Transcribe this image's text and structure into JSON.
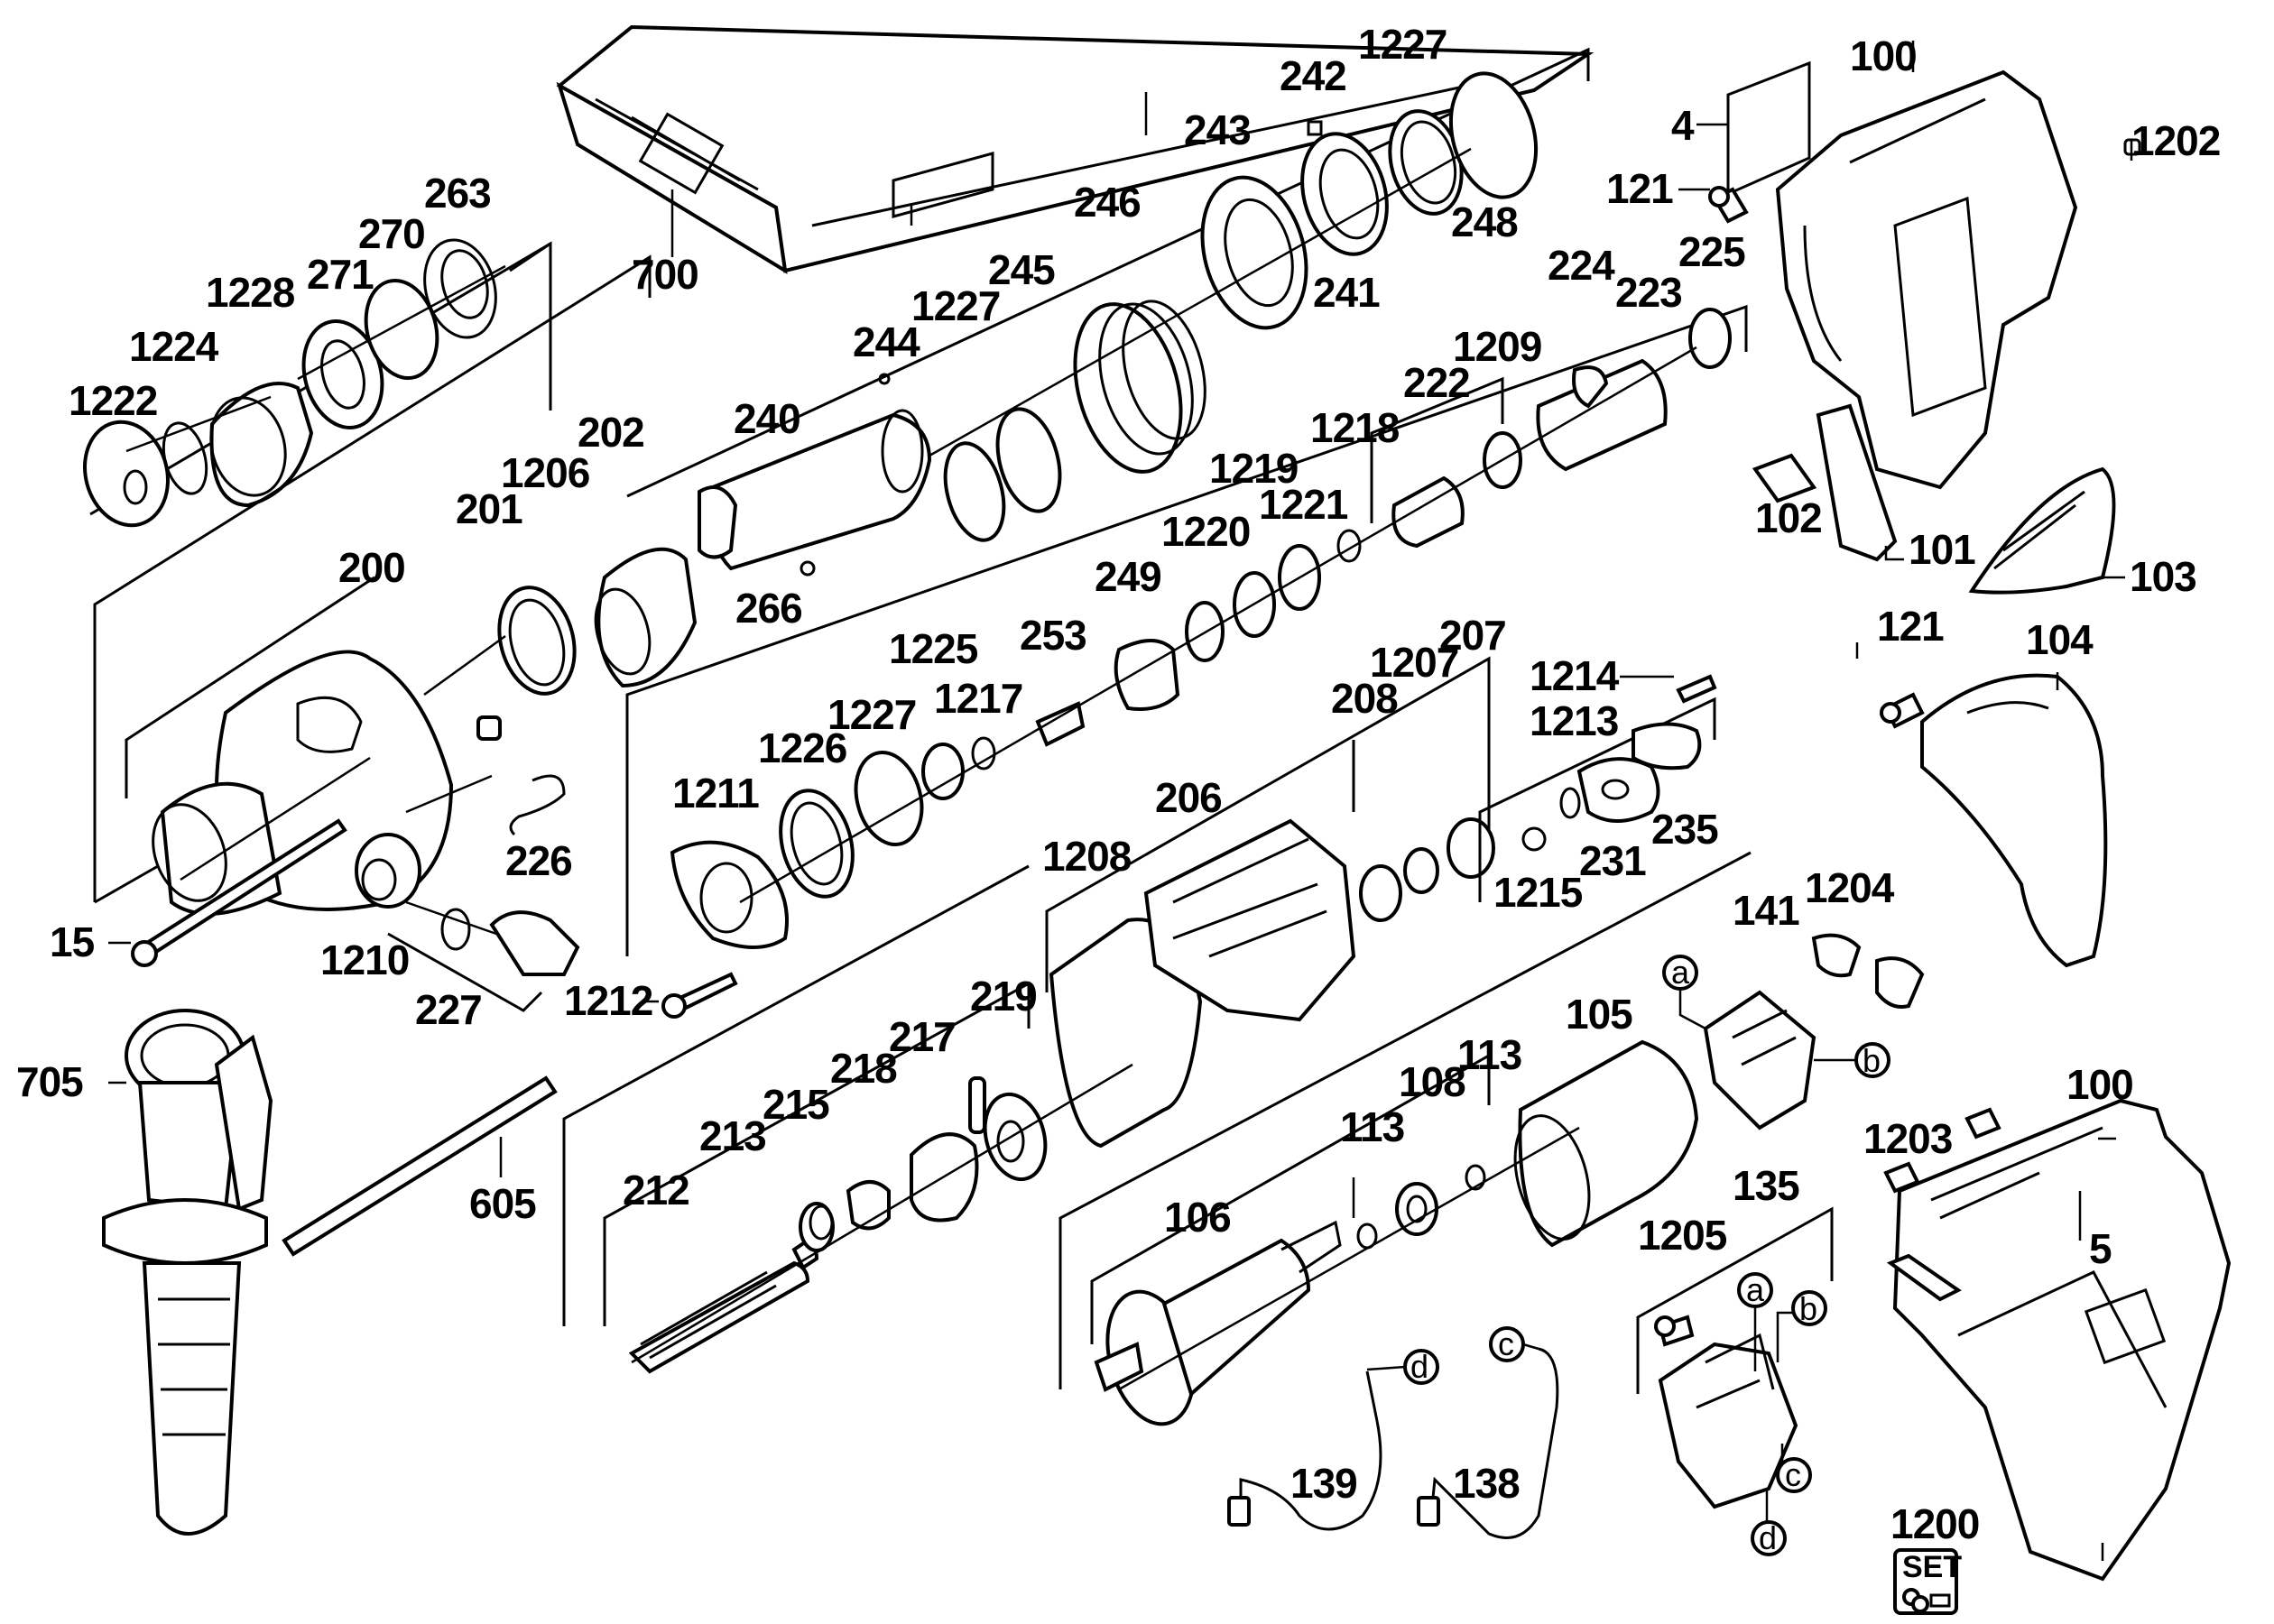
{
  "diagram": {
    "title": "Rotary hammer exploded parts diagram",
    "colors": {
      "line": "#000000",
      "background": "#ffffff"
    },
    "labels": [
      {
        "id": "700",
        "text": "700"
      },
      {
        "id": "263",
        "text": "263"
      },
      {
        "id": "270",
        "text": "270"
      },
      {
        "id": "271",
        "text": "271"
      },
      {
        "id": "1228",
        "text": "1228"
      },
      {
        "id": "1224",
        "text": "1224"
      },
      {
        "id": "1222",
        "text": "1222"
      },
      {
        "id": "202",
        "text": "202"
      },
      {
        "id": "1206",
        "text": "1206"
      },
      {
        "id": "201",
        "text": "201"
      },
      {
        "id": "200",
        "text": "200"
      },
      {
        "id": "15",
        "text": "15"
      },
      {
        "id": "226",
        "text": "226"
      },
      {
        "id": "1210",
        "text": "1210"
      },
      {
        "id": "227",
        "text": "227"
      },
      {
        "id": "240",
        "text": "240"
      },
      {
        "id": "244",
        "text": "244"
      },
      {
        "id": "266",
        "text": "266"
      },
      {
        "id": "1227a",
        "text": "1227"
      },
      {
        "id": "245",
        "text": "245"
      },
      {
        "id": "246",
        "text": "246"
      },
      {
        "id": "243",
        "text": "243"
      },
      {
        "id": "242",
        "text": "242"
      },
      {
        "id": "1227b",
        "text": "1227"
      },
      {
        "id": "241",
        "text": "241"
      },
      {
        "id": "248",
        "text": "248"
      },
      {
        "id": "4",
        "text": "4"
      },
      {
        "id": "100a",
        "text": "100"
      },
      {
        "id": "1202",
        "text": "1202"
      },
      {
        "id": "121a",
        "text": "121"
      },
      {
        "id": "224",
        "text": "224"
      },
      {
        "id": "223",
        "text": "223"
      },
      {
        "id": "225",
        "text": "225"
      },
      {
        "id": "1209",
        "text": "1209"
      },
      {
        "id": "222",
        "text": "222"
      },
      {
        "id": "1218",
        "text": "1218"
      },
      {
        "id": "1219",
        "text": "1219"
      },
      {
        "id": "1221",
        "text": "1221"
      },
      {
        "id": "1220",
        "text": "1220"
      },
      {
        "id": "249",
        "text": "249"
      },
      {
        "id": "253",
        "text": "253"
      },
      {
        "id": "1225",
        "text": "1225"
      },
      {
        "id": "1217",
        "text": "1217"
      },
      {
        "id": "1227c",
        "text": "1227"
      },
      {
        "id": "1226",
        "text": "1226"
      },
      {
        "id": "1211",
        "text": "1211"
      },
      {
        "id": "1212",
        "text": "1212"
      },
      {
        "id": "102",
        "text": "102"
      },
      {
        "id": "101",
        "text": "101"
      },
      {
        "id": "103",
        "text": "103"
      },
      {
        "id": "121b",
        "text": "121"
      },
      {
        "id": "104",
        "text": "104"
      },
      {
        "id": "207",
        "text": "207"
      },
      {
        "id": "1207",
        "text": "1207"
      },
      {
        "id": "208",
        "text": "208"
      },
      {
        "id": "206",
        "text": "206"
      },
      {
        "id": "1208",
        "text": "1208"
      },
      {
        "id": "1214",
        "text": "1214"
      },
      {
        "id": "1213",
        "text": "1213"
      },
      {
        "id": "235",
        "text": "235"
      },
      {
        "id": "231",
        "text": "231"
      },
      {
        "id": "1215",
        "text": "1215"
      },
      {
        "id": "141",
        "text": "141"
      },
      {
        "id": "1204",
        "text": "1204"
      },
      {
        "id": "705",
        "text": "705"
      },
      {
        "id": "605",
        "text": "605"
      },
      {
        "id": "219",
        "text": "219"
      },
      {
        "id": "217",
        "text": "217"
      },
      {
        "id": "218",
        "text": "218"
      },
      {
        "id": "215",
        "text": "215"
      },
      {
        "id": "213",
        "text": "213"
      },
      {
        "id": "212",
        "text": "212"
      },
      {
        "id": "105",
        "text": "105"
      },
      {
        "id": "113a",
        "text": "113"
      },
      {
        "id": "108",
        "text": "108"
      },
      {
        "id": "113b",
        "text": "113"
      },
      {
        "id": "106",
        "text": "106"
      },
      {
        "id": "139",
        "text": "139"
      },
      {
        "id": "138",
        "text": "138"
      },
      {
        "id": "100b",
        "text": "100"
      },
      {
        "id": "1203",
        "text": "1203"
      },
      {
        "id": "135",
        "text": "135"
      },
      {
        "id": "1205",
        "text": "1205"
      },
      {
        "id": "5",
        "text": "5"
      },
      {
        "id": "1200",
        "text": "1200"
      }
    ],
    "connectors": [
      {
        "id": "a1",
        "text": "a"
      },
      {
        "id": "b1",
        "text": "b"
      },
      {
        "id": "a2",
        "text": "a"
      },
      {
        "id": "b2",
        "text": "b"
      },
      {
        "id": "c1",
        "text": "c"
      },
      {
        "id": "d1",
        "text": "d"
      },
      {
        "id": "c2",
        "text": "c"
      },
      {
        "id": "d2",
        "text": "d"
      }
    ],
    "set_badge": {
      "text": "SET"
    }
  }
}
